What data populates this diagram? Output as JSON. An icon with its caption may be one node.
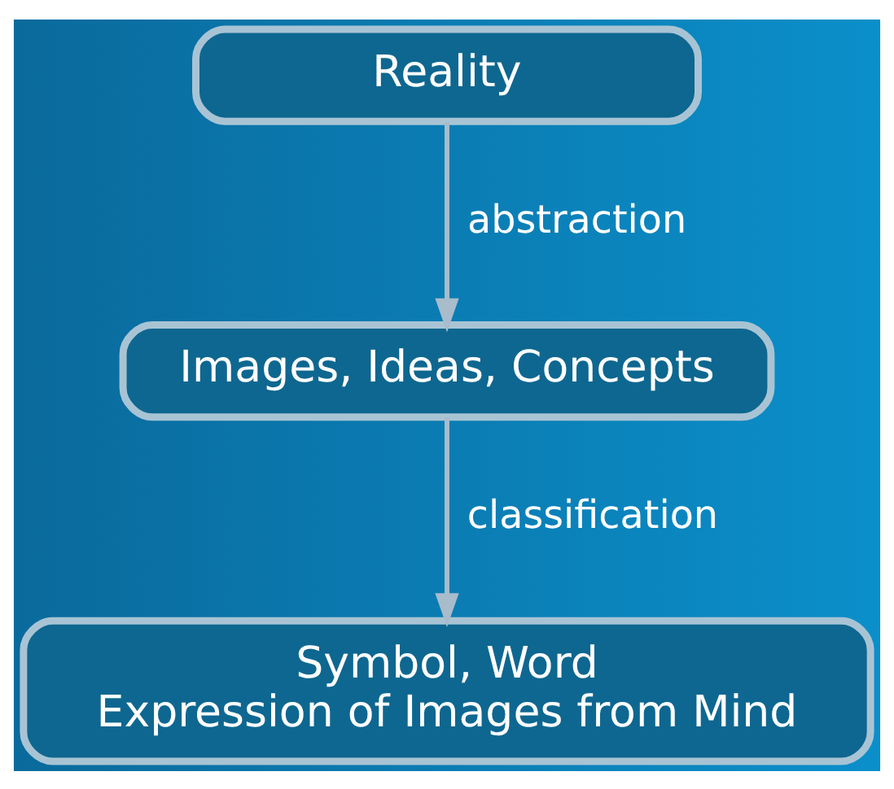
{
  "diagram": {
    "nodes": [
      {
        "text": [
          "Reality"
        ]
      },
      {
        "text": [
          "Images, Ideas, Concepts"
        ]
      },
      {
        "text": [
          "Symbol, Word",
          "Expression of Images from Mind"
        ]
      }
    ],
    "edges": [
      {
        "from": 0,
        "to": 1,
        "arrow": "to",
        "label": "abstraction"
      },
      {
        "from": 1,
        "to": 2,
        "arrow": "to",
        "label": "classification"
      }
    ]
  }
}
